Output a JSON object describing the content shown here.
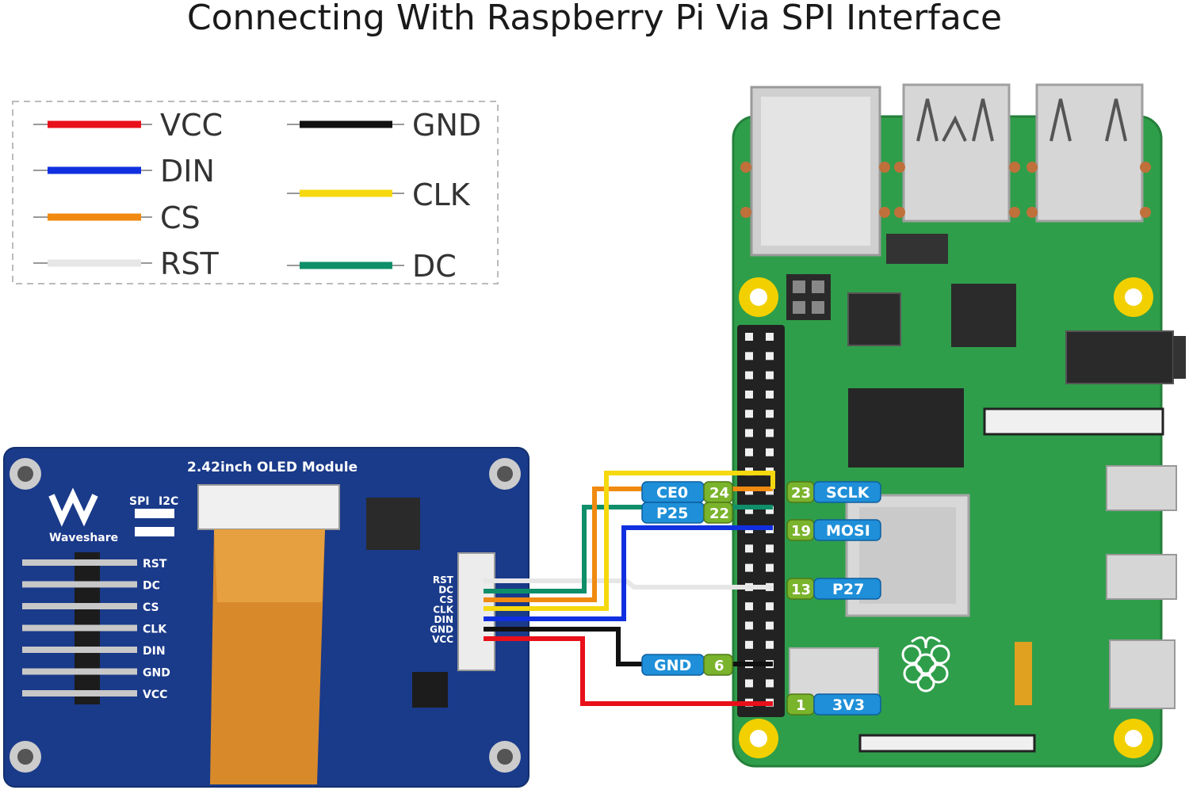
{
  "title": "Connecting With Raspberry Pi Via SPI Interface",
  "legend": [
    {
      "label": "VCC",
      "color": "#e8101a"
    },
    {
      "label": "DIN",
      "color": "#1030e0"
    },
    {
      "label": "CS",
      "color": "#f08a10"
    },
    {
      "label": "RST",
      "color": "#e6e6e6"
    },
    {
      "label": "GND",
      "color": "#111111"
    },
    {
      "label": "CLK",
      "color": "#f5d80e"
    },
    {
      "label": "DC",
      "color": "#0e8f6a"
    }
  ],
  "module": {
    "name": "2.42inch OLED Module",
    "brand": "Waveshare",
    "mode_spi": "SPI",
    "mode_i2c": "I2C",
    "header_pins": [
      "RST",
      "DC",
      "CS",
      "CLK",
      "DIN",
      "GND",
      "VCC"
    ],
    "connector_pins": [
      "RST",
      "DC",
      "CS",
      "CLK",
      "DIN",
      "GND",
      "VCC"
    ]
  },
  "pi_pins": {
    "ce0": {
      "name": "CE0",
      "num": "24"
    },
    "p25": {
      "name": "P25",
      "num": "22"
    },
    "sclk": {
      "name": "SCLK",
      "num": "23"
    },
    "mosi": {
      "name": "MOSI",
      "num": "19"
    },
    "p27": {
      "name": "P27",
      "num": "13"
    },
    "gnd": {
      "name": "GND",
      "num": "6"
    },
    "v33": {
      "name": "3V3",
      "num": "1"
    }
  }
}
